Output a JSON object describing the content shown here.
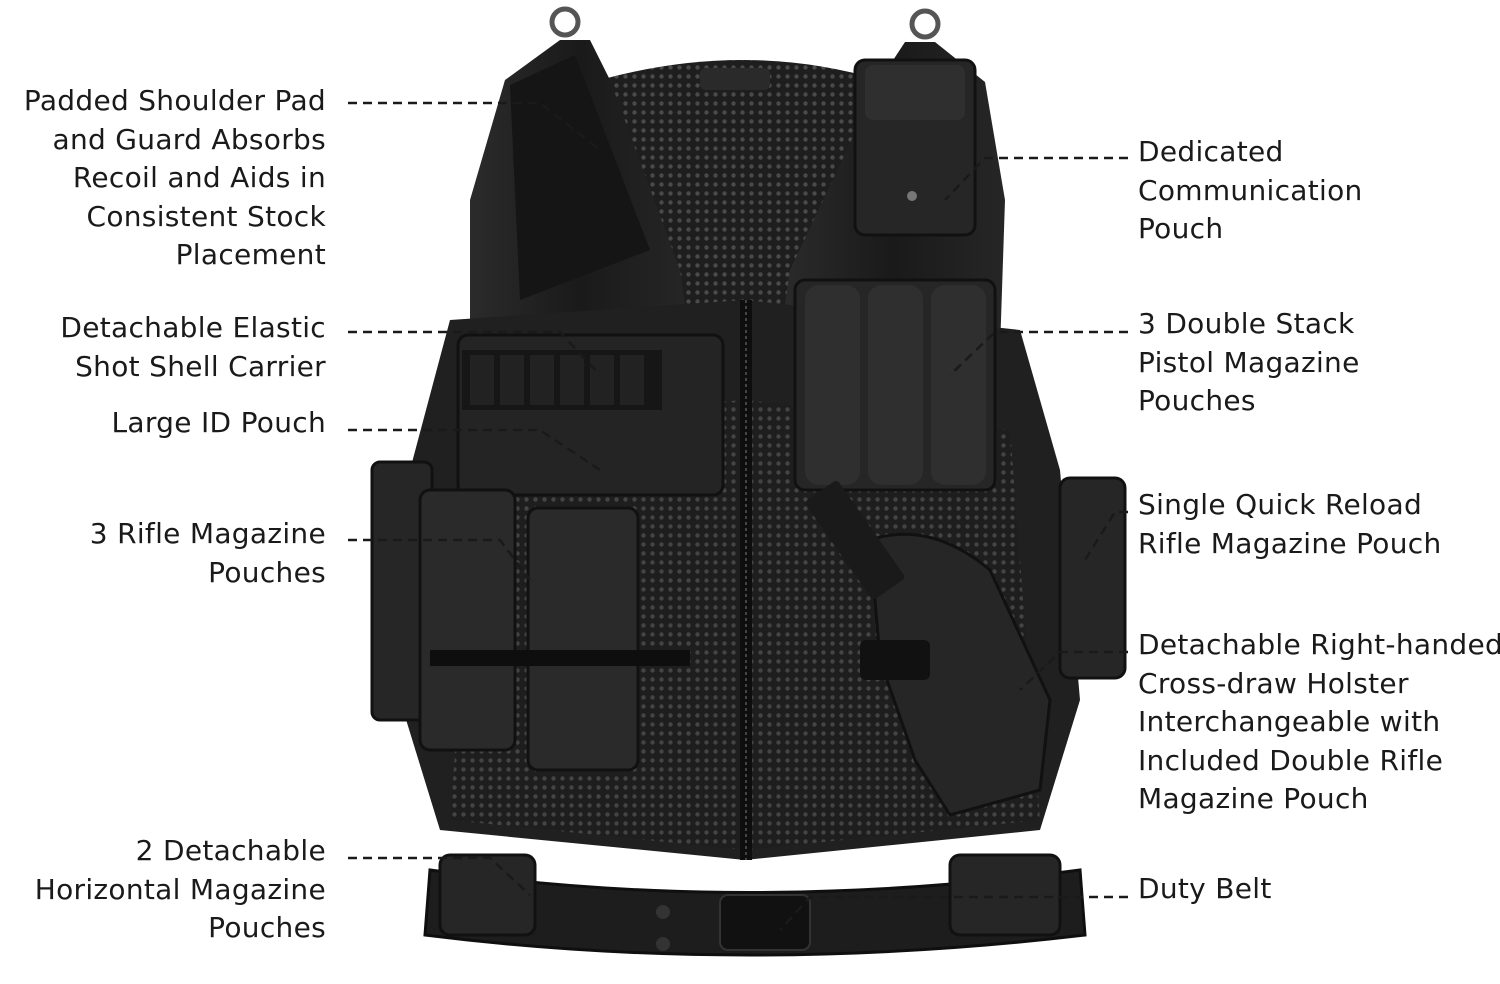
{
  "callouts": {
    "shoulder_pad": [
      "Padded Shoulder Pad",
      "and Guard Absorbs",
      "Recoil and Aids in",
      "Consistent Stock",
      "Placement"
    ],
    "shell_carrier": [
      "Detachable Elastic",
      "Shot Shell Carrier"
    ],
    "id_pouch": [
      "Large ID Pouch"
    ],
    "rifle_mag_pouches": [
      "3 Rifle Magazine",
      "Pouches"
    ],
    "horizontal_mag_pouches": [
      "2 Detachable",
      "Horizontal Magazine",
      "Pouches"
    ],
    "comm_pouch": [
      "Dedicated",
      "Communication",
      "Pouch"
    ],
    "pistol_mag_pouches": [
      "3 Double Stack",
      "Pistol Magazine",
      "Pouches"
    ],
    "quick_reload_pouch": [
      "Single Quick Reload",
      "Rifle Magazine Pouch"
    ],
    "holster": [
      "Detachable Right-handed",
      "Cross-draw Holster",
      "Interchangeable with",
      "Included Double Rifle",
      "Magazine Pouch"
    ],
    "duty_belt": [
      "Duty Belt"
    ]
  },
  "colors": {
    "vest": "#1c1c1c",
    "vest_mid": "#2a2a2a",
    "vest_light": "#3a3a3a",
    "leader": "#1a1a1a"
  }
}
